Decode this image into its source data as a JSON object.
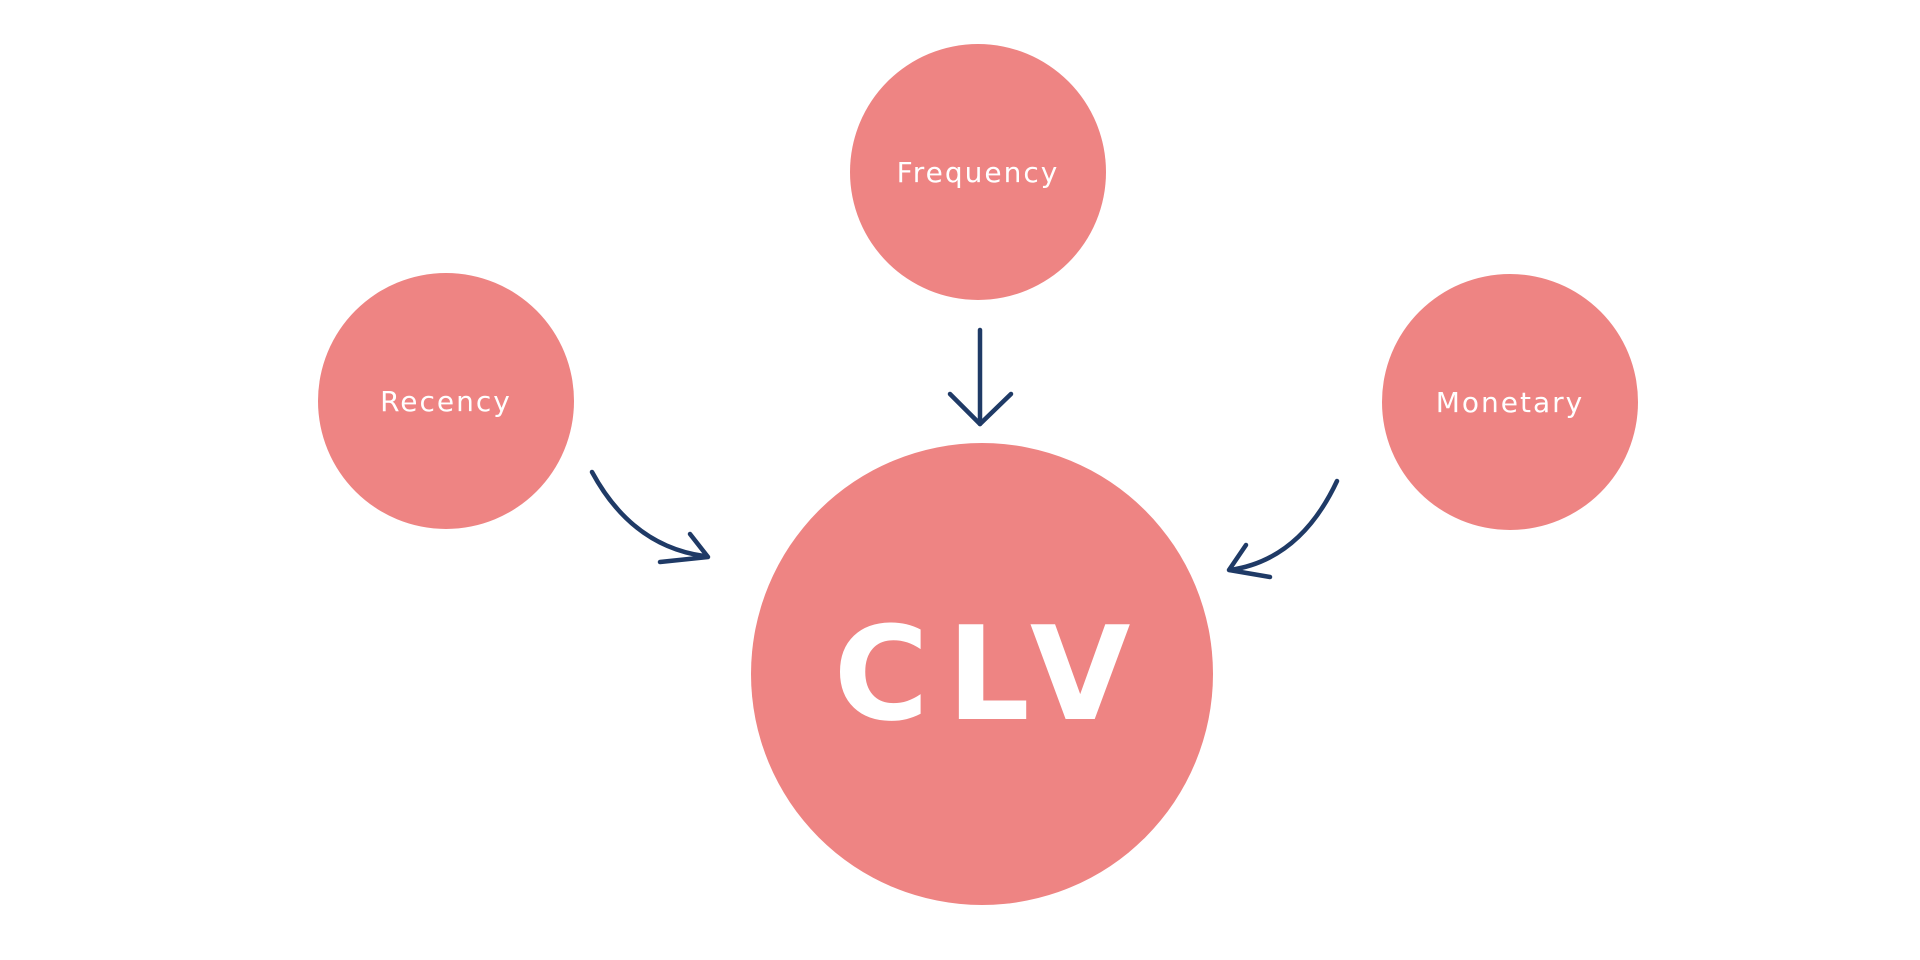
{
  "colors": {
    "node_fill": "#ee8483",
    "node_text": "#ffffff",
    "arrow": "#1f3a66",
    "background": "#ffffff"
  },
  "nodes": {
    "frequency": {
      "label": "Frequency"
    },
    "recency": {
      "label": "Recency"
    },
    "monetary": {
      "label": "Monetary"
    },
    "clv": {
      "label": "CLV"
    }
  },
  "edges": [
    {
      "from": "Frequency",
      "to": "CLV"
    },
    {
      "from": "Recency",
      "to": "CLV"
    },
    {
      "from": "Monetary",
      "to": "CLV"
    }
  ]
}
